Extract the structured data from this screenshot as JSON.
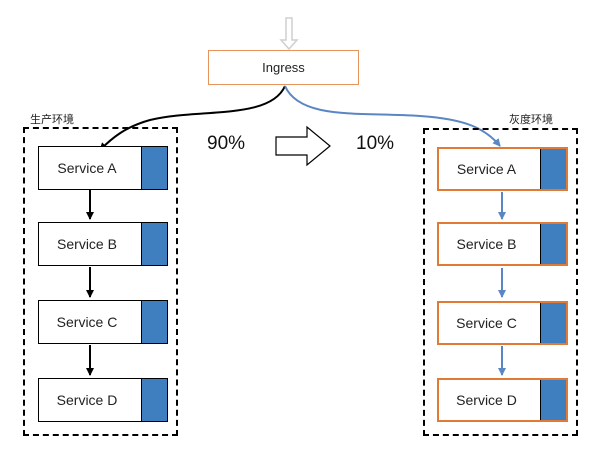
{
  "ingress": {
    "label": "Ingress"
  },
  "prod_env": {
    "label": "生产环境",
    "traffic": "90%",
    "services": [
      "Service A",
      "Service B",
      "Service C",
      "Service D"
    ]
  },
  "canary_env": {
    "label": "灰度环境",
    "traffic": "10%",
    "services": [
      "Service A",
      "Service B",
      "Service C",
      "Service D"
    ]
  },
  "colors": {
    "prod_arrow": "#000000",
    "canary_arrow": "#5b86c4",
    "canary_border": "#e07a35",
    "service_tab": "#3f7fc0",
    "ingress_border": "#e6945c"
  }
}
